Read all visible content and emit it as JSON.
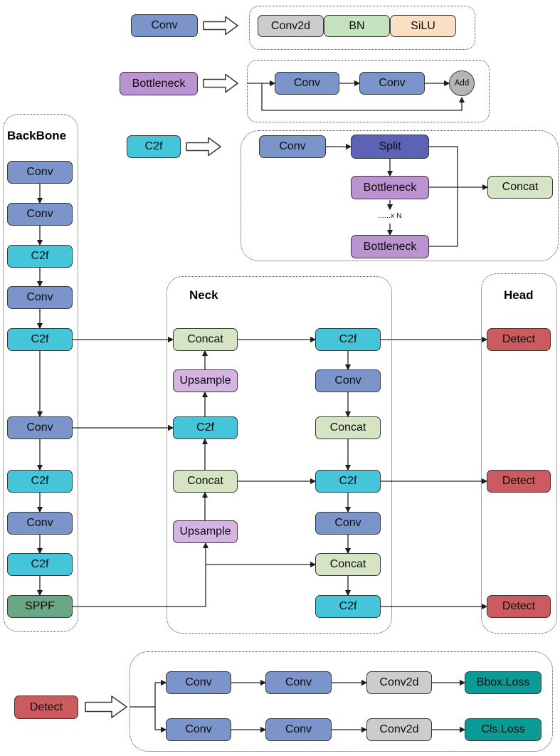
{
  "colors": {
    "conv": "#7b94c9",
    "c2f": "#45c5da",
    "concat": "#d5e4c2",
    "upsample": "#d5b3e2",
    "bottleneck": "#bb93d1",
    "split": "#5c63b5",
    "sppf": "#6ba687",
    "detect": "#cb5b5e",
    "loss": "#0b9b96",
    "conv2d": "#cbcccb",
    "bn": "#c5e2bf",
    "silu": "#fbdfc2",
    "add": "#b4b6b5"
  },
  "legend_conv": {
    "block": "Conv",
    "conv2d": "Conv2d",
    "bn": "BN",
    "silu": "SiLU"
  },
  "legend_bottleneck": {
    "block": "Bottleneck",
    "conv1": "Conv",
    "conv2": "Conv",
    "add": "Add"
  },
  "legend_c2f": {
    "block": "C2f",
    "conv": "Conv",
    "split": "Split",
    "bottleneck_top": "Bottleneck",
    "repeat_label": "......x N",
    "bottleneck_bottom": "Bottleneck",
    "concat": "Concat"
  },
  "backbone": {
    "title": "BackBone",
    "nodes": [
      "Conv",
      "Conv",
      "C2f",
      "Conv",
      "C2f",
      "Conv",
      "C2f",
      "Conv",
      "C2f",
      "SPPF"
    ]
  },
  "neck": {
    "title": "Neck",
    "left": [
      "Concat",
      "Upsample",
      "C2f",
      "Concat",
      "Upsample"
    ],
    "right": [
      "C2f",
      "Conv",
      "Concat",
      "C2f",
      "Conv",
      "Concat",
      "C2f"
    ]
  },
  "head": {
    "title": "Head",
    "nodes": [
      "Detect",
      "Detect",
      "Detect"
    ]
  },
  "legend_detect": {
    "block": "Detect",
    "rows": [
      [
        "Conv",
        "Conv",
        "Conv2d",
        "Bbox.Loss"
      ],
      [
        "Conv",
        "Conv",
        "Conv2d",
        "Cls.Loss"
      ]
    ]
  }
}
